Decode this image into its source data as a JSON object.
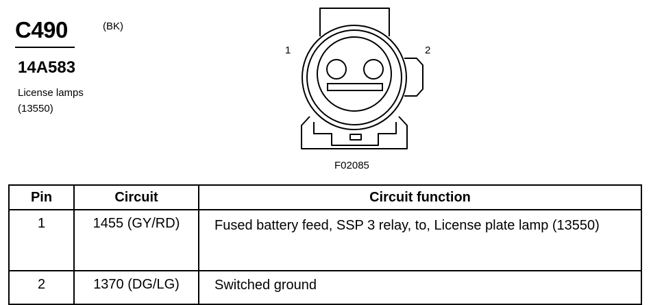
{
  "connector": {
    "id": "C490",
    "color_code": "(BK)",
    "part_number": "14A583",
    "description_line1": "License lamps",
    "description_line2": "(13550)"
  },
  "diagram": {
    "pin1_label": "1",
    "pin2_label": "2",
    "figure_code": "F02085"
  },
  "table": {
    "headers": {
      "pin": "Pin",
      "circuit": "Circuit",
      "function": "Circuit function"
    },
    "rows": [
      {
        "pin": "1",
        "circuit": "1455 (GY/RD)",
        "function": "Fused battery feed, SSP 3 relay, to, License plate lamp (13550)"
      },
      {
        "pin": "2",
        "circuit": "1370 (DG/LG)",
        "function": "Switched ground"
      }
    ]
  }
}
